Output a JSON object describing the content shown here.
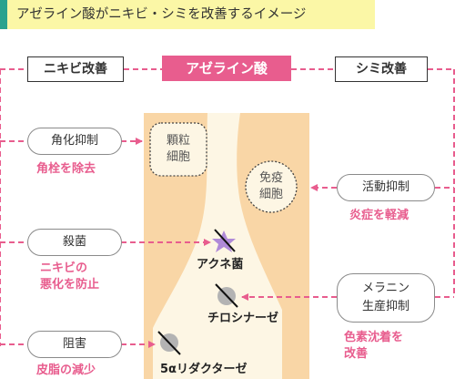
{
  "banner": {
    "title": "アゼライン酸がニキビ・シミを改善するイメージ"
  },
  "headers": {
    "left": "ニキビ改善",
    "center": "アゼライン酸",
    "right": "シミ改善"
  },
  "cells": {
    "granular": [
      "顆粒",
      "細胞"
    ],
    "immune": [
      "免疫",
      "細胞"
    ]
  },
  "targets": {
    "acne": "アクネ菌",
    "tyrosinase": "チロシナーゼ",
    "reductase": "5αリダクターゼ"
  },
  "actions": [
    {
      "label": "角化抑制",
      "effect": [
        "角栓を除去"
      ]
    },
    {
      "label": "殺菌",
      "effect": [
        "ニキビの",
        "悪化を防止"
      ]
    },
    {
      "label": "阻害",
      "effect": [
        "皮脂の減少"
      ]
    },
    {
      "label": "活動抑制",
      "effect": [
        "炎症を軽減"
      ]
    },
    {
      "label": [
        "メラニン",
        "生産抑制"
      ],
      "effect": [
        "色素沈着を",
        "改善"
      ]
    }
  ],
  "colors": {
    "accent_pink": "#e85d8e",
    "banner_bg": "#fbf7a6",
    "banner_bar": "#2aa28e",
    "skin_tissue": "#f9d6a6",
    "follicle": "#fdf6e4",
    "acne_star": "#b08ad8",
    "enzyme_dot": "#b3b3b3"
  }
}
